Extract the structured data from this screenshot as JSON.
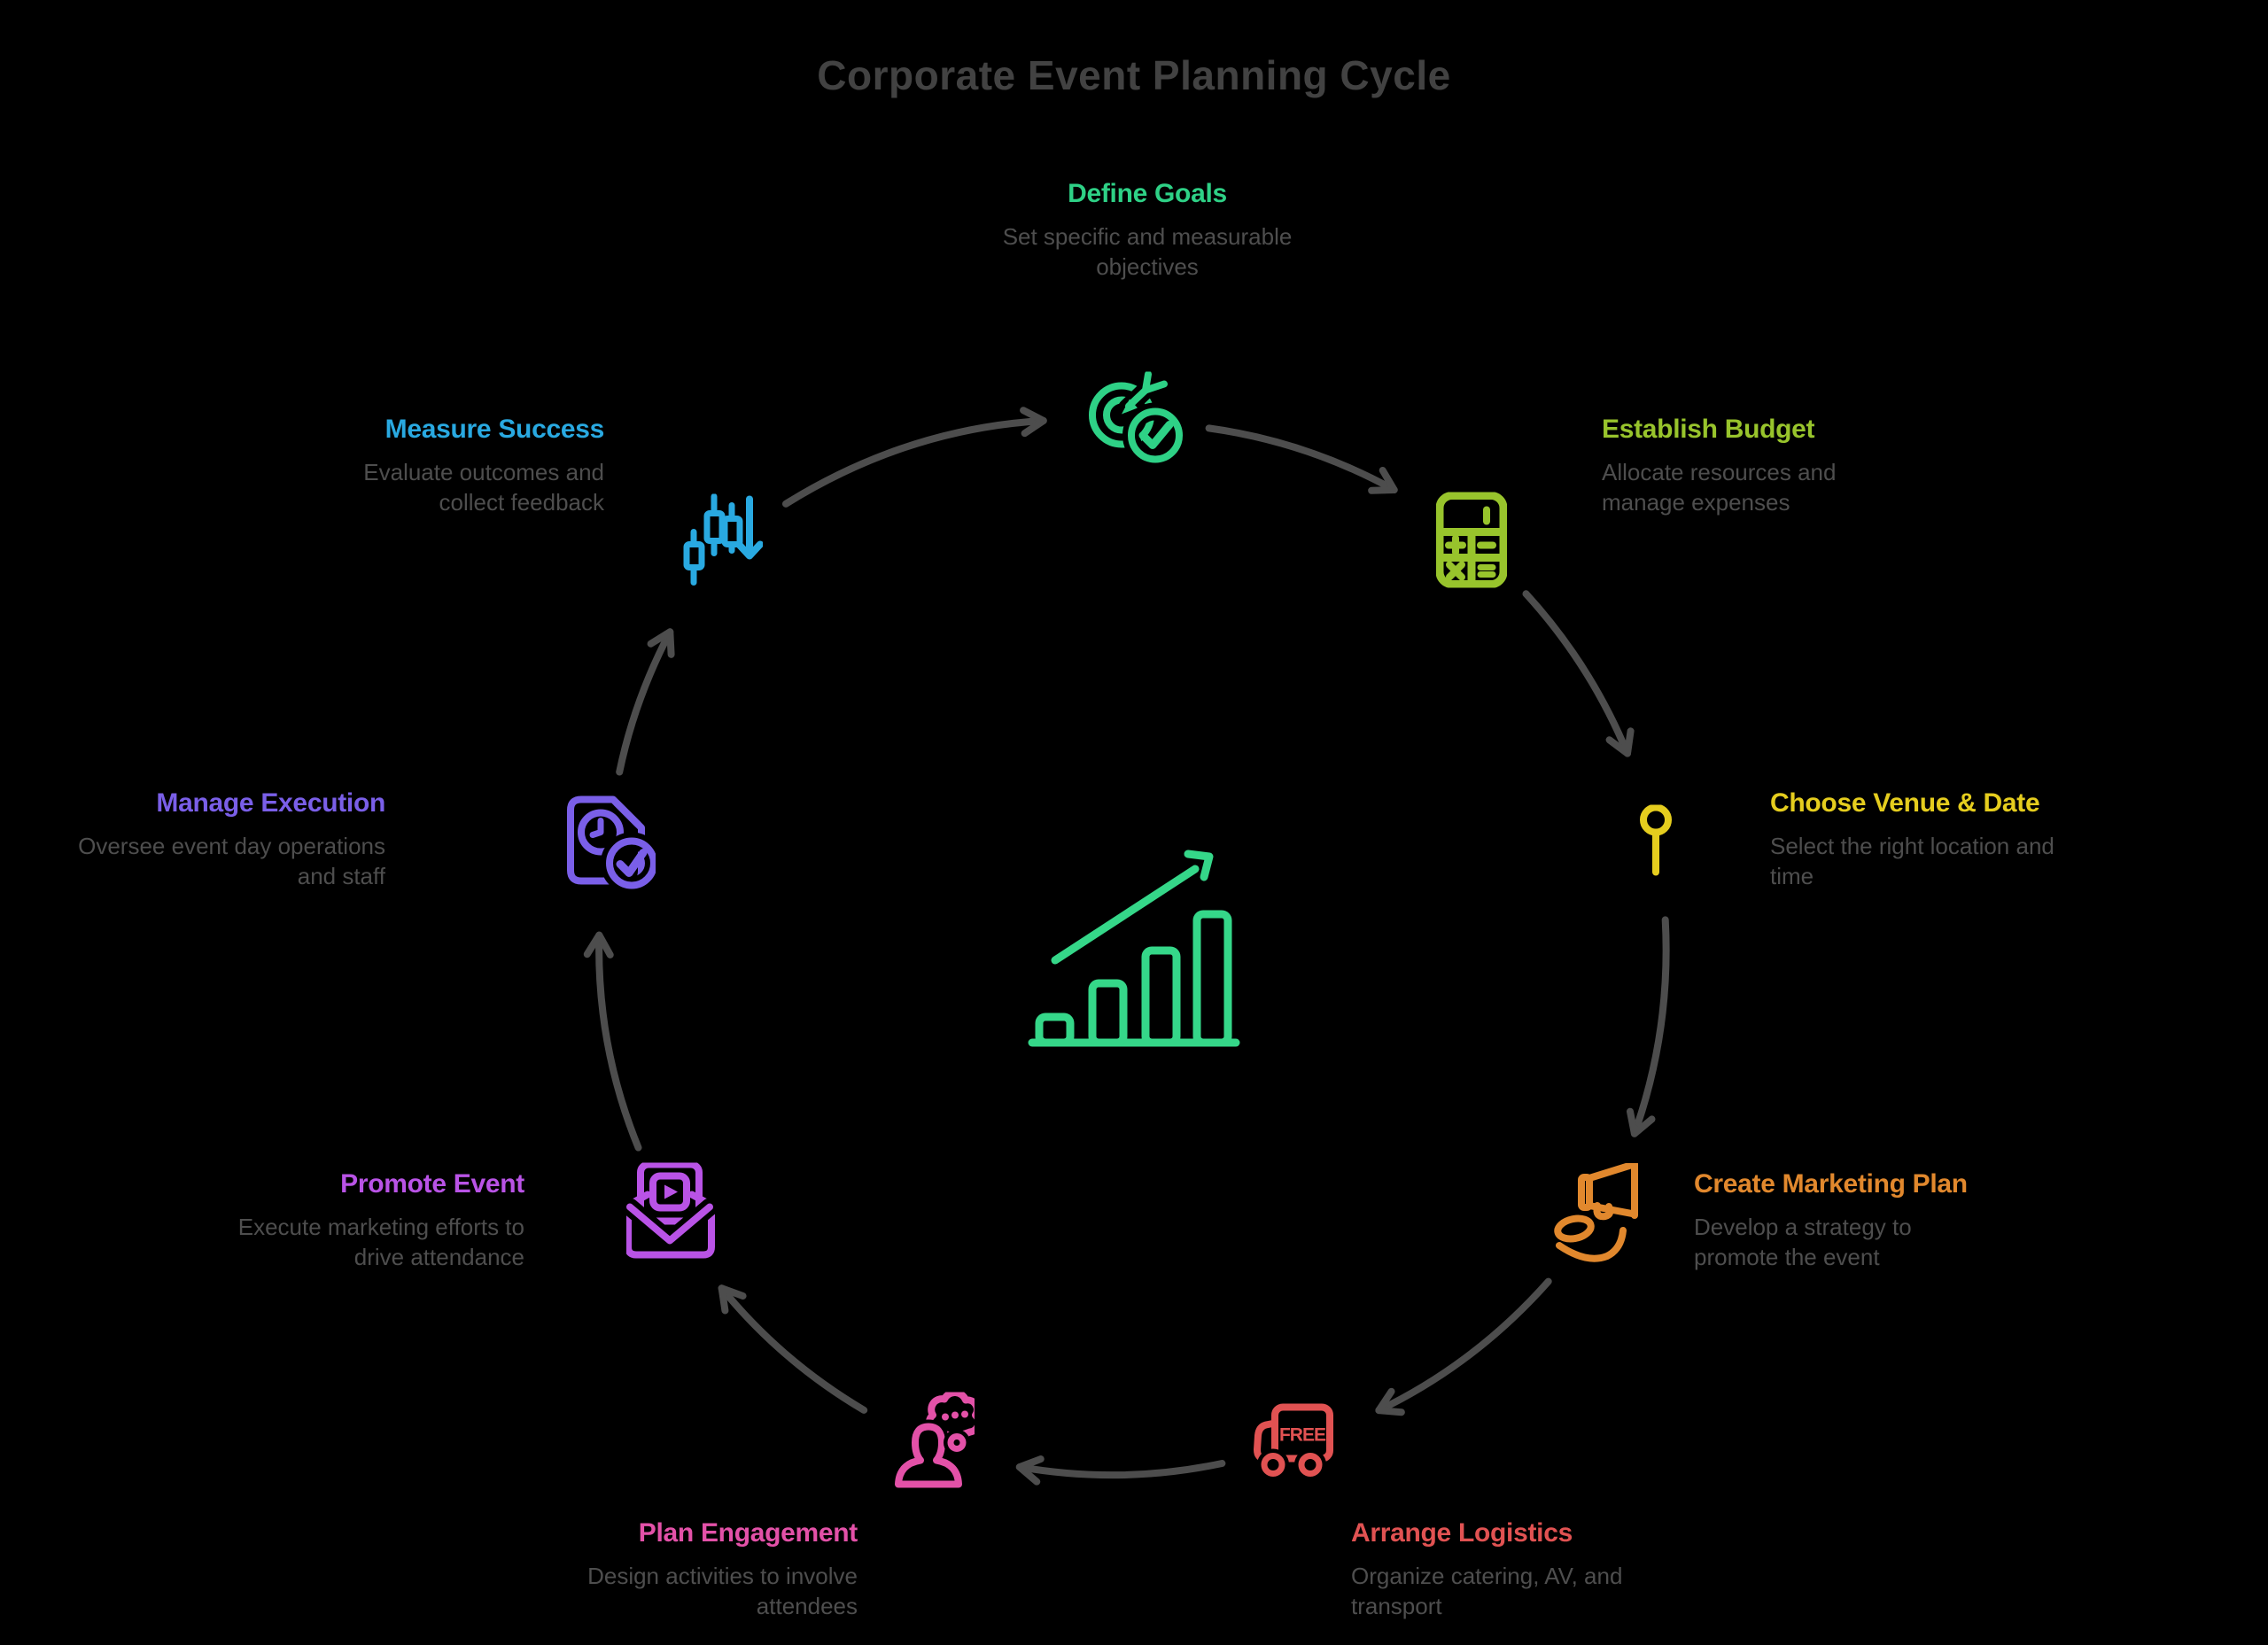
{
  "title": {
    "text": "Corporate Event Planning Cycle",
    "color": "#424242"
  },
  "theme": {
    "background": "#000000",
    "description_color": "#4e4e4e",
    "arrow_color": "#4d4d4d",
    "center_icon_color": "#35d789"
  },
  "center_icon": {
    "name": "growth-chart-icon"
  },
  "steps": [
    {
      "id": "define-goals",
      "label": "Define Goals",
      "description": "Set specific and measurable objectives",
      "color": "#2ed186",
      "icon": "target-check-icon"
    },
    {
      "id": "establish-budget",
      "label": "Establish Budget",
      "description": "Allocate resources and manage expenses",
      "color": "#98c42c",
      "icon": "calculator-icon"
    },
    {
      "id": "choose-venue-date",
      "label": "Choose Venue & Date",
      "description": "Select the right location and time",
      "color": "#e5cd1e",
      "icon": "map-pin-icon"
    },
    {
      "id": "create-marketing-plan",
      "label": "Create Marketing Plan",
      "description": "Develop a strategy to promote the event",
      "color": "#e1882d",
      "icon": "megaphone-hand-icon"
    },
    {
      "id": "arrange-logistics",
      "label": "Arrange Logistics",
      "description": "Organize catering, AV, and transport",
      "color": "#e15252",
      "icon": "delivery-truck-icon",
      "icon_text": "FREE"
    },
    {
      "id": "plan-engagement",
      "label": "Plan Engagement",
      "description": "Design activities to involve attendees",
      "color": "#e351a8",
      "icon": "person-thought-icon"
    },
    {
      "id": "promote-event",
      "label": "Promote Event",
      "description": "Execute marketing efforts to drive attendance",
      "color": "#b953e6",
      "icon": "envelope-video-icon"
    },
    {
      "id": "manage-execution",
      "label": "Manage Execution",
      "description": "Oversee event day operations and staff",
      "color": "#7a5fe8",
      "icon": "document-clock-check-icon"
    },
    {
      "id": "measure-success",
      "label": "Measure Success",
      "description": "Evaluate outcomes and collect feedback",
      "color": "#29a9e1",
      "icon": "candlestick-chart-icon"
    }
  ]
}
